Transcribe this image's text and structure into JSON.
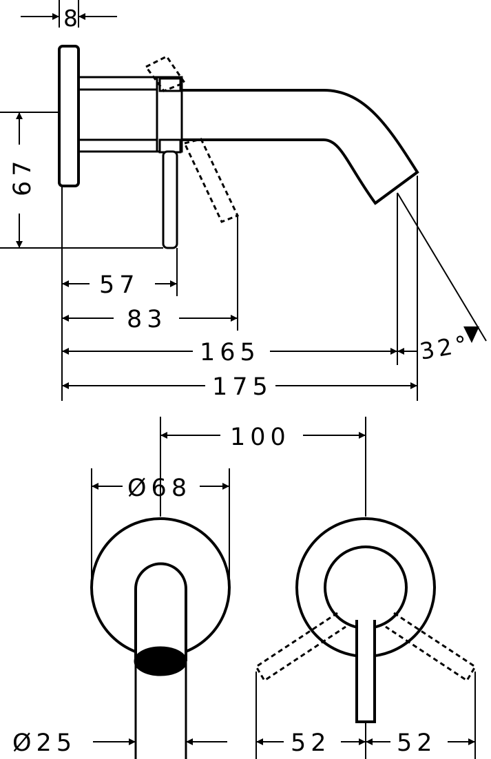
{
  "dimensions": {
    "flange_thickness": "8",
    "outlet_height": "67",
    "lever_projection": "57",
    "lever_swing_projection": "83",
    "spout_projection": "165",
    "total_projection": "175",
    "spout_angle": "32°",
    "axis_spacing": "100",
    "rosette_diameter": "Ø68",
    "spout_diameter": "Ø25",
    "lever_swing_left": "52",
    "lever_swing_right": "52"
  }
}
